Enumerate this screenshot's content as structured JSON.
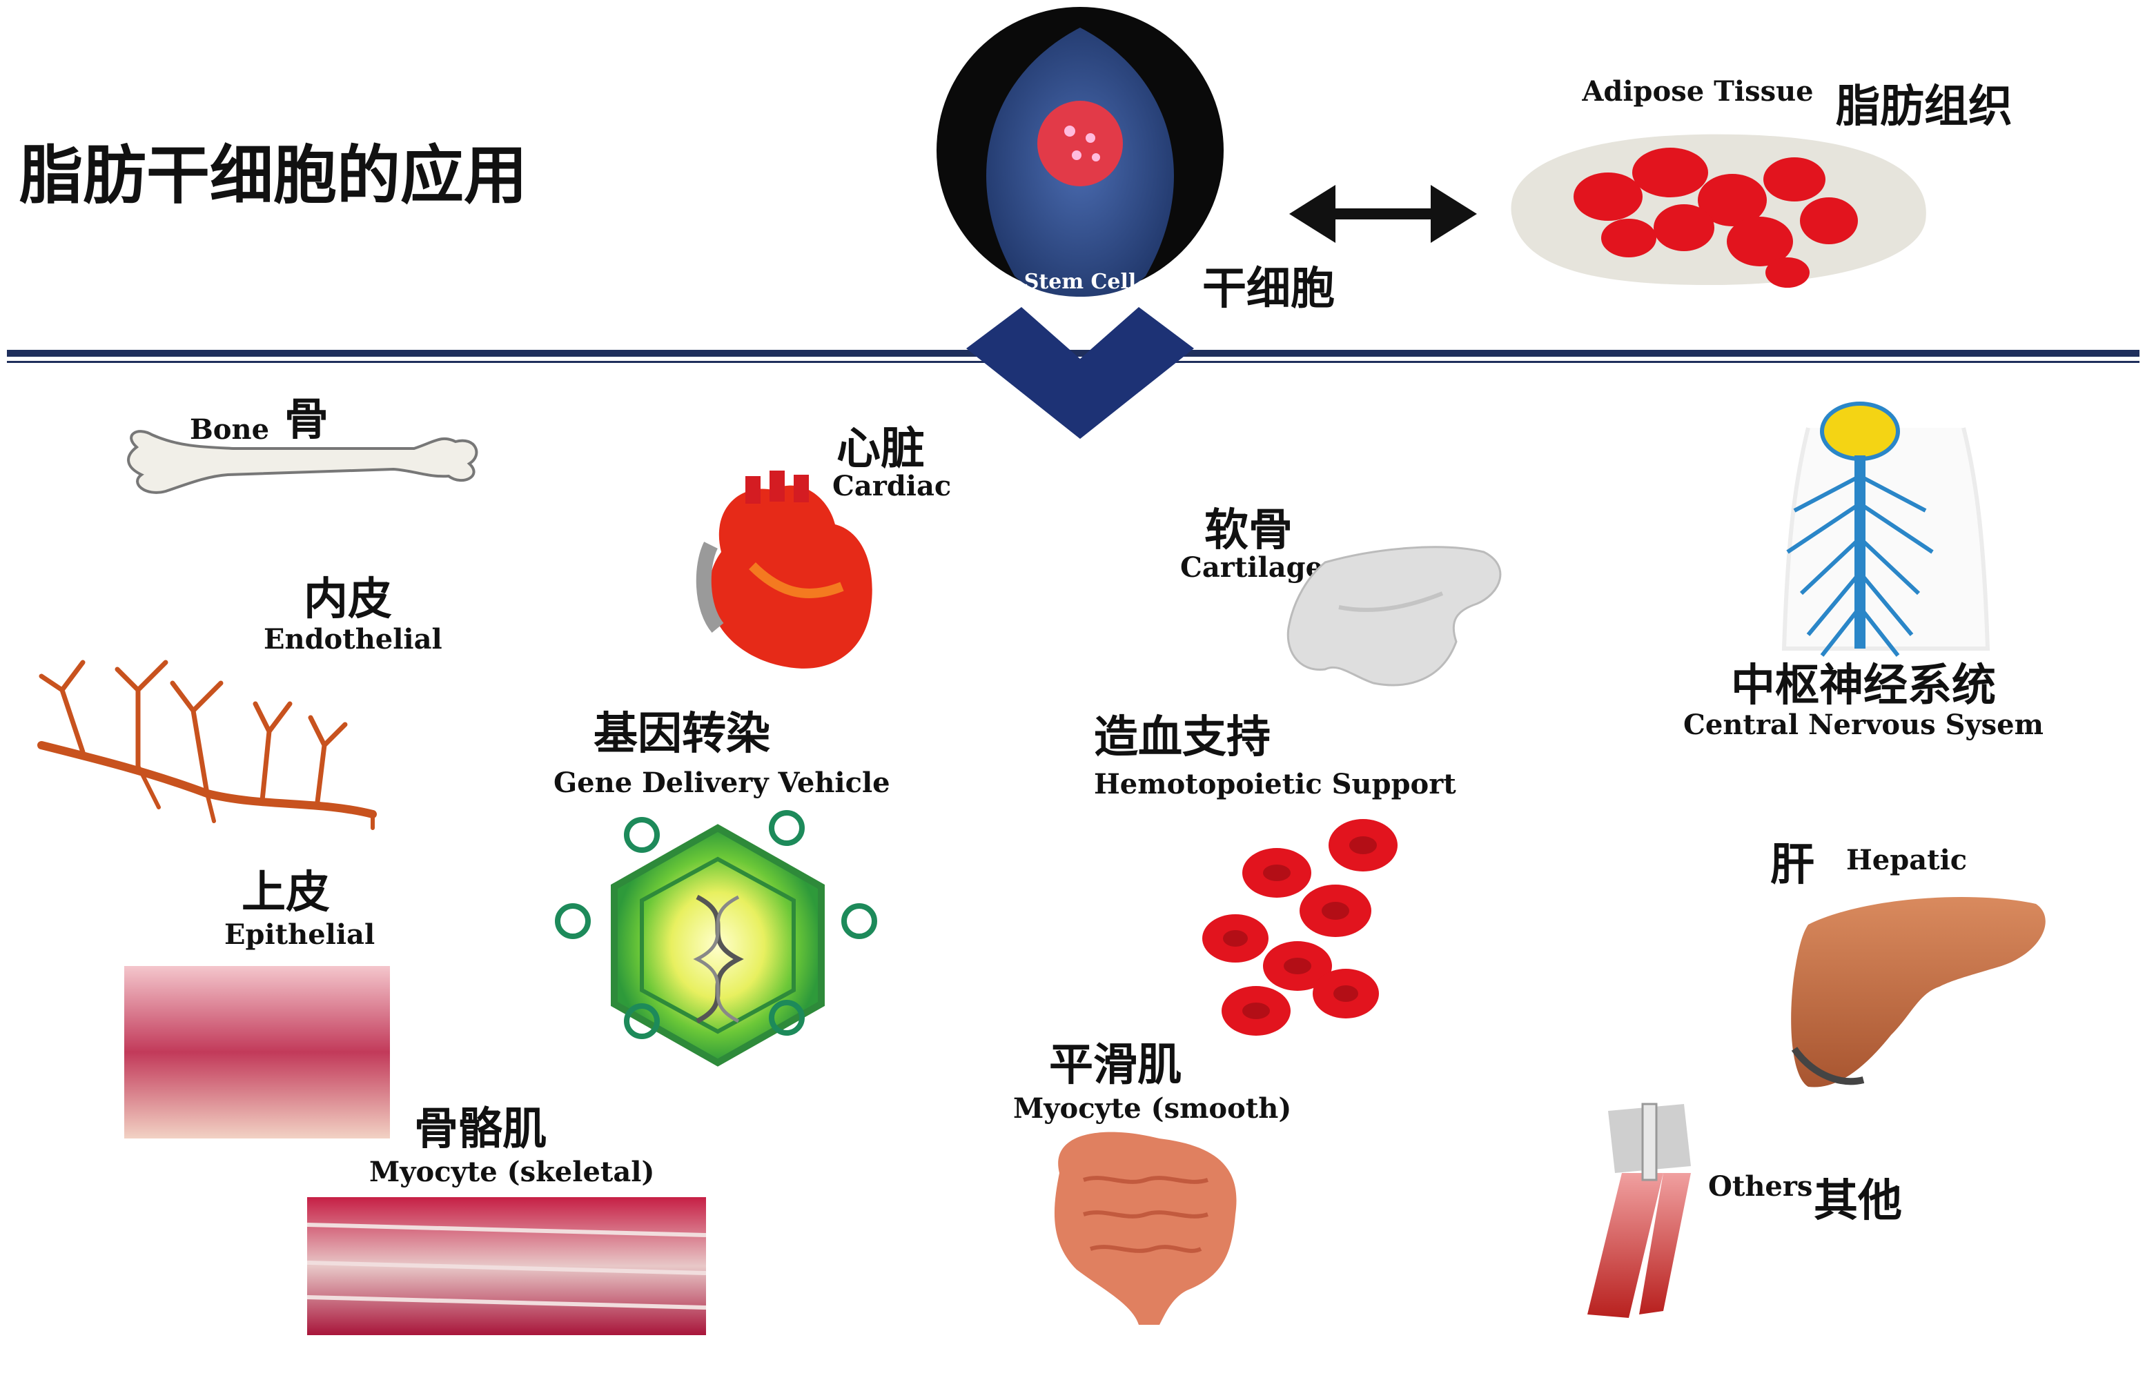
{
  "title": "脂肪干细胞的应用",
  "stem_cell": {
    "en": "Stem Cell",
    "zh": "干细胞"
  },
  "adipose": {
    "en": "Adipose Tissue",
    "zh": "脂肪组织"
  },
  "applications": {
    "bone": {
      "en": "Bone",
      "zh": "骨"
    },
    "cardiac": {
      "en": "Cardiac",
      "zh": "心脏"
    },
    "cartilage": {
      "en": "Cartilage",
      "zh": "软骨"
    },
    "cns": {
      "en": "Central Nervous Sysem",
      "zh": "中枢神经系统"
    },
    "endothelial": {
      "en": "Endothelial",
      "zh": "内皮"
    },
    "gene": {
      "en": "Gene Delivery Vehicle",
      "zh": "基因转染"
    },
    "hemo": {
      "en": "Hemotopoietic Support",
      "zh": "造血支持"
    },
    "epithelial": {
      "en": "Epithelial",
      "zh": "上皮"
    },
    "hepatic": {
      "en": "Hepatic",
      "zh": "肝"
    },
    "skeletal": {
      "en": "Myocyte (skeletal)",
      "zh": "骨骼肌"
    },
    "smooth": {
      "en": "Myocyte (smooth)",
      "zh": "平滑肌"
    },
    "others": {
      "en": "Others",
      "zh": "其他"
    }
  },
  "colors": {
    "divider": "#1f2f5c",
    "chevron": "#1d3275",
    "stem_bg": "#2c4a86",
    "tissue_red": "#e8202a",
    "vessel": "#c8521e",
    "nerve": "#2a86c8"
  }
}
